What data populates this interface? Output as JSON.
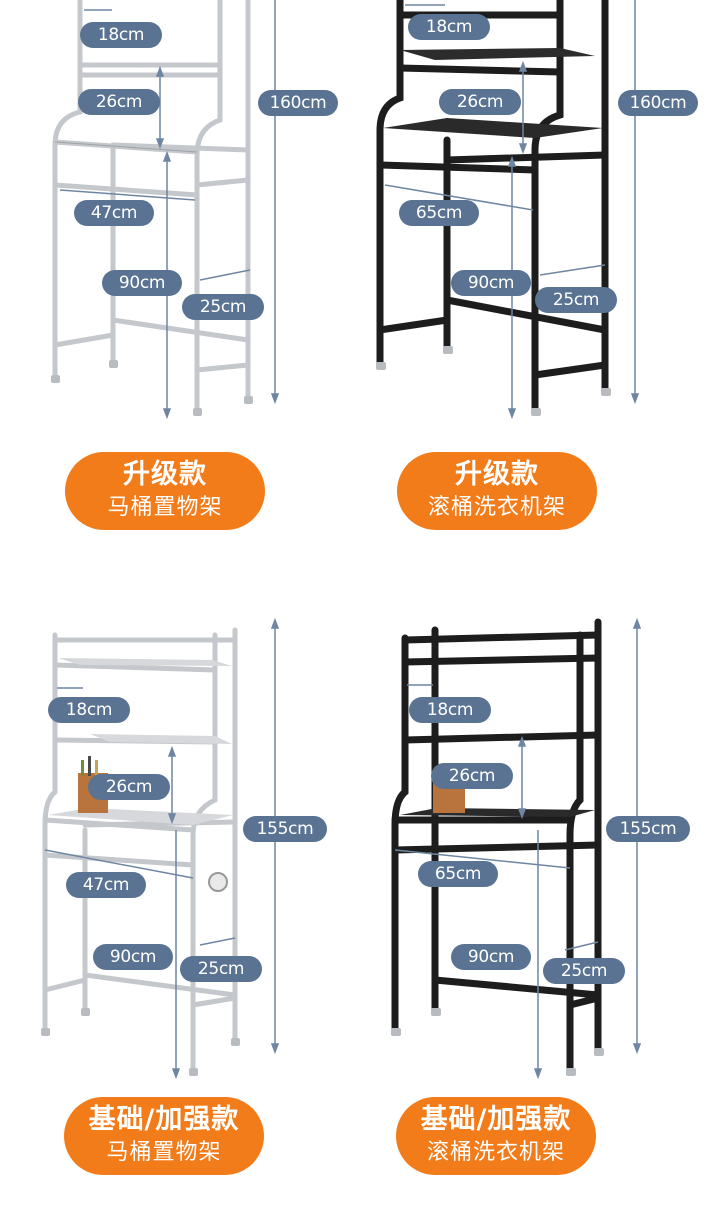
{
  "colors": {
    "label_bg": "#5a7392",
    "badge_bg": "#f27b1a",
    "arrow": "#6f86a3",
    "frame_silver": "#c4c7cb",
    "frame_black": "#1d1d1d"
  },
  "panels": [
    {
      "variant": "silver",
      "badge": {
        "title": "升级款",
        "subtitle": "马桶置物架"
      },
      "dims": {
        "top_gap": "18cm",
        "shelf_gap": "26cm",
        "height": "160cm",
        "width": "47cm",
        "base_height": "90cm",
        "depth": "25cm"
      }
    },
    {
      "variant": "black",
      "badge": {
        "title": "升级款",
        "subtitle": "滚桶洗衣机架"
      },
      "dims": {
        "top_gap": "18cm",
        "shelf_gap": "26cm",
        "height": "160cm",
        "width": "65cm",
        "base_height": "90cm",
        "depth": "25cm"
      }
    },
    {
      "variant": "silver",
      "badge": {
        "title": "基础/加强款",
        "subtitle": "马桶置物架"
      },
      "dims": {
        "top_gap": "18cm",
        "shelf_gap": "26cm",
        "height": "155cm",
        "width": "47cm",
        "base_height": "90cm",
        "depth": "25cm"
      }
    },
    {
      "variant": "black",
      "badge": {
        "title": "基础/加强款",
        "subtitle": "滚桶洗衣机架"
      },
      "dims": {
        "top_gap": "18cm",
        "shelf_gap": "26cm",
        "height": "155cm",
        "width": "65cm",
        "base_height": "90cm",
        "depth": "25cm"
      }
    }
  ]
}
